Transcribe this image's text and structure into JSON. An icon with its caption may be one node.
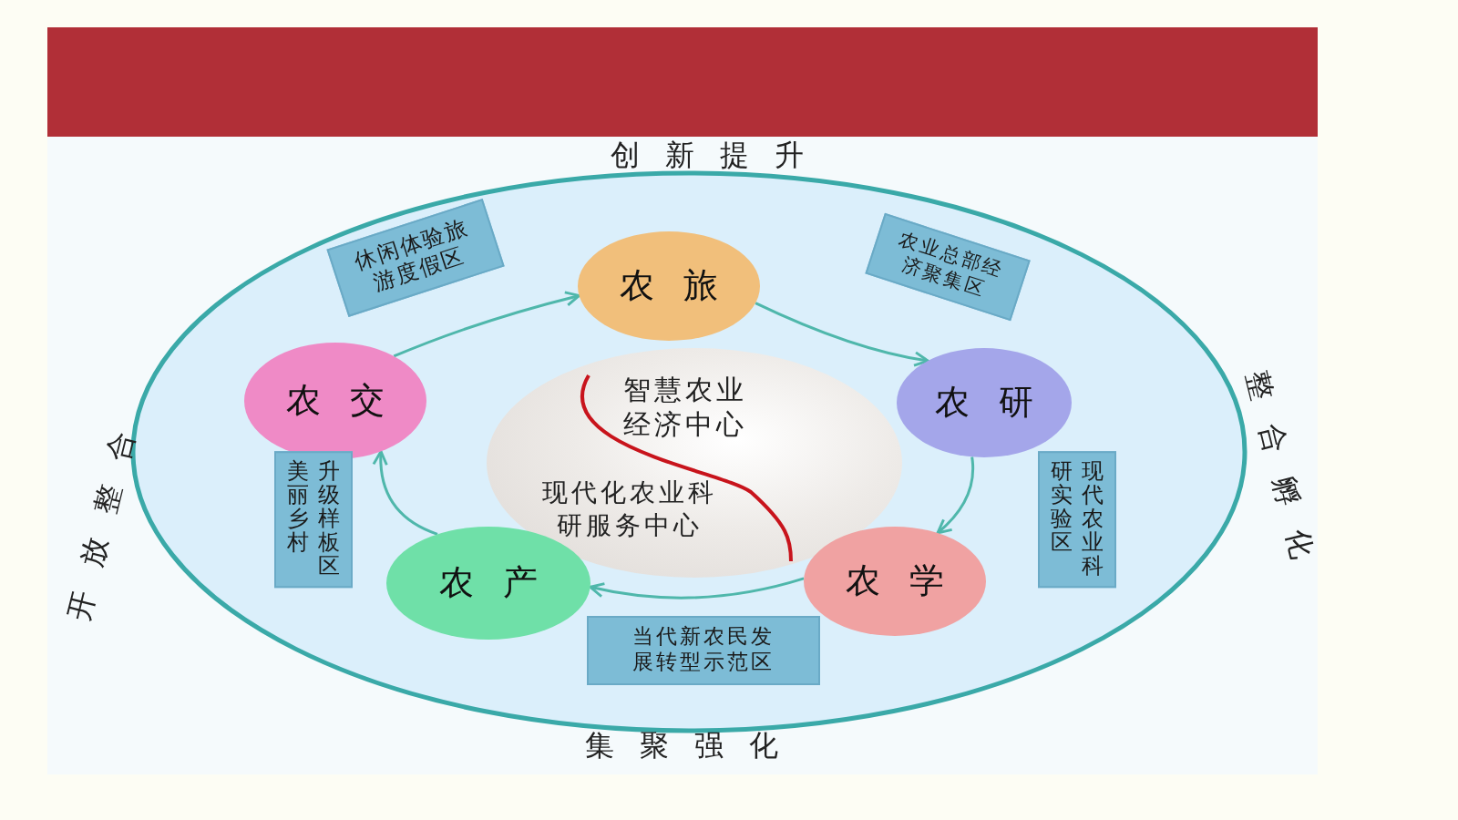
{
  "diagram": {
    "nodes": [
      {
        "text": [
          "休闲体验旅游度假区"
        ]
      },
      {
        "text": [
          "农旅"
        ]
      },
      {
        "text": [
          "农业总部经济聚集区"
        ]
      },
      {
        "text": [
          "农交"
        ]
      },
      {
        "text": [
          "智慧农业经济中心",
          "现代化农业科研服务中心"
        ]
      },
      {
        "text": [
          "农研"
        ]
      },
      {
        "text": [
          "美丽乡村",
          "升级样板区"
        ]
      },
      {
        "text": [
          "研实验区",
          "现代农业科"
        ]
      },
      {
        "text": [
          "农产"
        ]
      },
      {
        "text": [
          "农学"
        ]
      },
      {
        "text": [
          "当代新农民发展转型示范区"
        ]
      }
    ],
    "edges": [
      {
        "from": 3,
        "to": 1,
        "arrow": "to"
      },
      {
        "from": 1,
        "to": 5,
        "arrow": "to"
      },
      {
        "from": 5,
        "to": 9,
        "arrow": "to"
      },
      {
        "from": 9,
        "to": 8,
        "arrow": "to"
      },
      {
        "from": 8,
        "to": 3,
        "arrow": "to"
      }
    ],
    "labels": [
      "创新提升",
      "开放整合",
      "整合孵化",
      "集聚强化"
    ]
  }
}
